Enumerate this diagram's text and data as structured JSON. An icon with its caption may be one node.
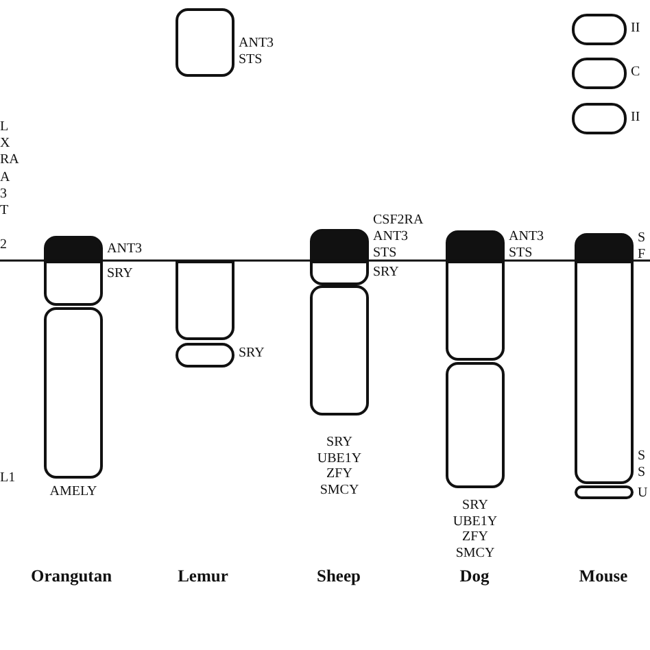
{
  "diagram": {
    "nodes": [
      {
        "text": [],
        "shape": "box",
        "beside": [
          "ANT3",
          "STS"
        ]
      },
      {
        "text": [],
        "shape": "box",
        "beside": [
          "II"
        ]
      },
      {
        "text": [],
        "shape": "box",
        "beside": [
          "C"
        ]
      },
      {
        "text": [],
        "shape": "box",
        "beside": [
          "II"
        ]
      },
      {
        "text": [],
        "shape": "bar",
        "beside": [
          "ANT3"
        ]
      },
      {
        "text": [],
        "shape": "box",
        "beside": [
          "SRY"
        ]
      },
      {
        "text": [],
        "shape": "box",
        "beside": [
          "AMELY"
        ]
      },
      {
        "text": [],
        "shape": "box"
      },
      {
        "text": [],
        "shape": "box",
        "beside": [
          "SRY"
        ]
      },
      {
        "text": [],
        "shape": "bar",
        "beside": [
          "CSF2RA",
          "ANT3",
          "STS"
        ]
      },
      {
        "text": [],
        "shape": "box",
        "beside": [
          "SRY"
        ]
      },
      {
        "text": [],
        "shape": "box",
        "beside": [
          "SRY",
          "UBE1Y",
          "ZFY",
          "SMCY"
        ]
      },
      {
        "text": [],
        "shape": "bar",
        "beside": [
          "ANT3",
          "STS"
        ]
      },
      {
        "text": [],
        "shape": "box"
      },
      {
        "text": [],
        "shape": "box",
        "beside": [
          "SRY",
          "UBE1Y",
          "ZFY",
          "SMCY"
        ]
      },
      {
        "text": [],
        "shape": "bar",
        "beside": [
          "S",
          "F"
        ]
      },
      {
        "text": [],
        "shape": "box",
        "beside": [
          "S",
          "S"
        ]
      },
      {
        "text": [],
        "shape": "box",
        "beside": [
          "U"
        ]
      }
    ],
    "edges": [],
    "labels": [
      "L",
      "X",
      "RA",
      "A",
      "3",
      "T",
      "2",
      "L1",
      "Orangutan",
      "Lemur",
      "Sheep",
      "Dog",
      "Mouse"
    ]
  }
}
